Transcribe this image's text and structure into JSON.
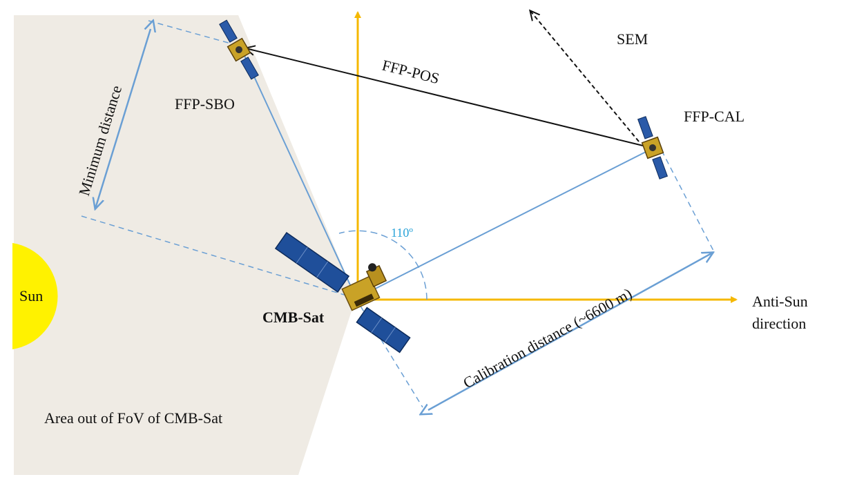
{
  "labels": {
    "sun": "Sun",
    "cmb_sat": "CMB-Sat",
    "ffp_sbo": "FFP-SBO",
    "ffp_cal": "FFP-CAL",
    "ffp_pos": "FFP-POS",
    "sem": "SEM",
    "anti_sun_line1": "Anti-Sun",
    "anti_sun_line2": "direction",
    "angle": "110º",
    "min_distance": "Minimum distance",
    "calibration_distance": "Calibration distance (~6600 m)",
    "fov_area": "Area out of FoV of CMB-Sat"
  },
  "colors": {
    "fov_area": "#efebe4",
    "sun": "#fff200",
    "axis": "#f5b800",
    "link": "#6a9fd4",
    "angle": "#29a3d8",
    "panel": "#1f4f9a",
    "body": "#c9a227"
  }
}
